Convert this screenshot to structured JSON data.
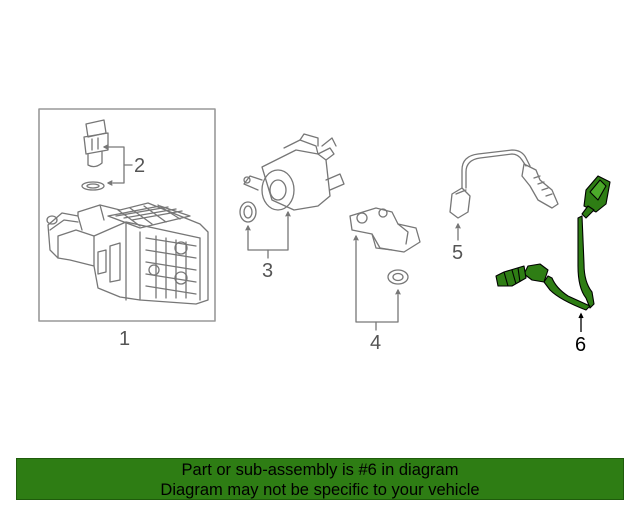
{
  "diagram": {
    "callouts": [
      "1",
      "2",
      "3",
      "4",
      "5",
      "6"
    ],
    "highlighted_part": "6",
    "highlight_color": "#2e7d14",
    "line_color": "#777777"
  },
  "banner": {
    "line1": "Part or sub-assembly is #6 in diagram",
    "line2": "Diagram may not be specific to your vehicle",
    "background": "#2e7d14"
  }
}
